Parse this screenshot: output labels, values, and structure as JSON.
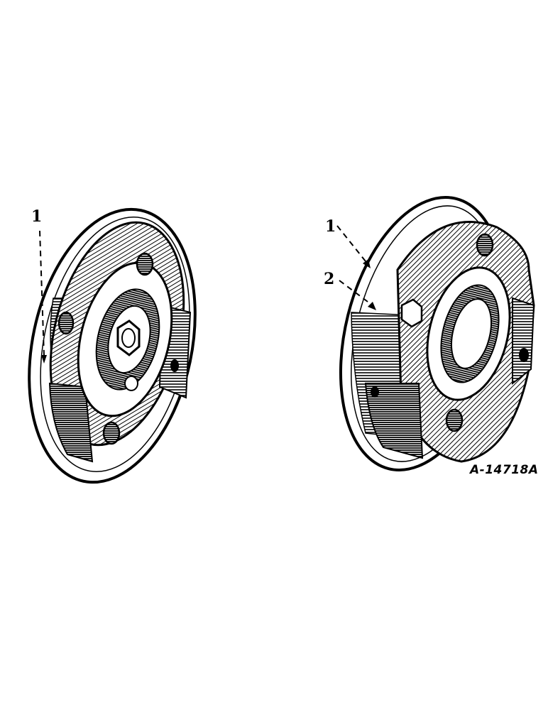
{
  "figure_id": "A-14718A",
  "left_view": {
    "callouts": [
      {
        "number": "1"
      }
    ]
  },
  "right_view": {
    "callouts": [
      {
        "number": "1"
      },
      {
        "number": "2"
      }
    ]
  },
  "colors": {
    "ink": "#000000",
    "paper": "#ffffff"
  }
}
